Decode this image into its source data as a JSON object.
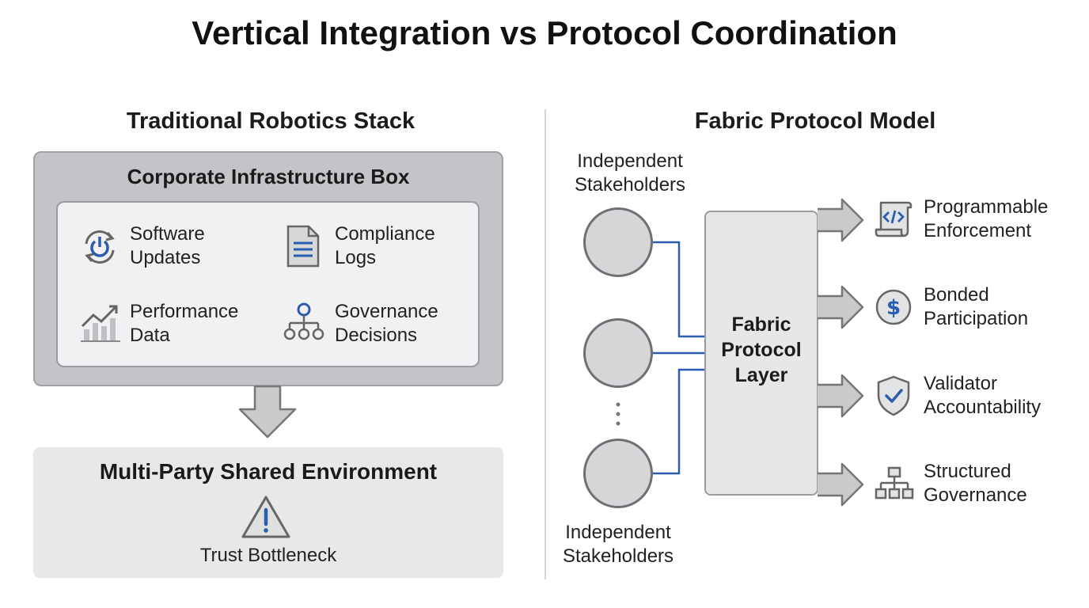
{
  "title": "Vertical Integration vs Protocol Coordination",
  "left": {
    "heading": "Traditional Robotics Stack",
    "outer_box_label": "Corporate Infrastructure Box",
    "items": [
      {
        "line1": "Software",
        "line2": "Updates",
        "icon": "power-cycle-icon"
      },
      {
        "line1": "Compliance",
        "line2": "Logs",
        "icon": "document-icon"
      },
      {
        "line1": "Performance",
        "line2": "Data",
        "icon": "bar-chart-icon"
      },
      {
        "line1": "Governance",
        "line2": "Decisions",
        "icon": "hierarchy-icon"
      }
    ],
    "bottom_title": "Multi-Party Shared Environment",
    "bottom_warning_icon": "warning-icon",
    "bottom_sub": "Trust Bottleneck"
  },
  "right": {
    "heading": "Fabric Protocol Model",
    "stakeholders_top": {
      "line1": "Independent",
      "line2": "Stakeholders"
    },
    "stakeholders_bottom": {
      "line1": "Independent",
      "line2": "Stakeholders"
    },
    "fabric": {
      "line1": "Fabric",
      "line2": "Protocol",
      "line3": "Layer"
    },
    "outputs": [
      {
        "line1": "Programmable",
        "line2": "Enforcement",
        "icon": "code-scroll-icon"
      },
      {
        "line1": "Bonded",
        "line2": "Participation",
        "icon": "dollar-coin-icon"
      },
      {
        "line1": "Validator",
        "line2": "Accountability",
        "icon": "shield-check-icon"
      },
      {
        "line1": "Structured",
        "line2": "Governance",
        "icon": "org-chart-icon"
      }
    ]
  },
  "colors": {
    "accent_blue": "#2a5db0",
    "box_gray": "#c3c4c7",
    "inner_gray": "#f1f1f3",
    "arrow_gray": "#c9cacc"
  }
}
